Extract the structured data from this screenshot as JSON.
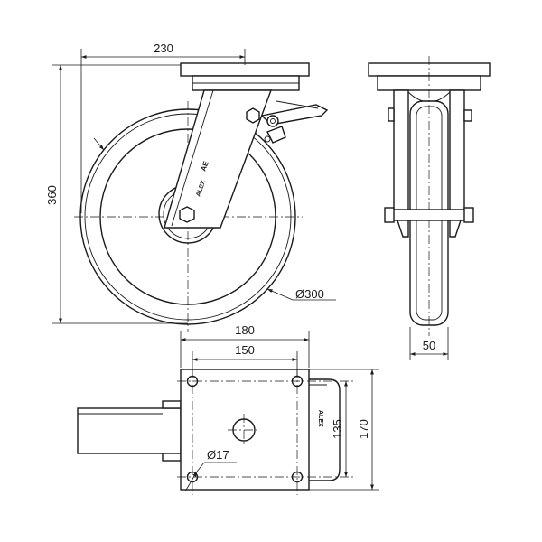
{
  "dimensions": {
    "overall_width": "230",
    "overall_height": "360",
    "wheel_diameter": "Ø300",
    "wheel_width": "50",
    "plate_width": "180",
    "bolt_spacing_x": "150",
    "bolt_spacing_y": "135",
    "plate_length": "170",
    "bolt_hole_diameter": "Ø17"
  },
  "branding": {
    "fork_logo": "AE",
    "fork_text": "ALEX",
    "top_view_text": "ALEX"
  }
}
